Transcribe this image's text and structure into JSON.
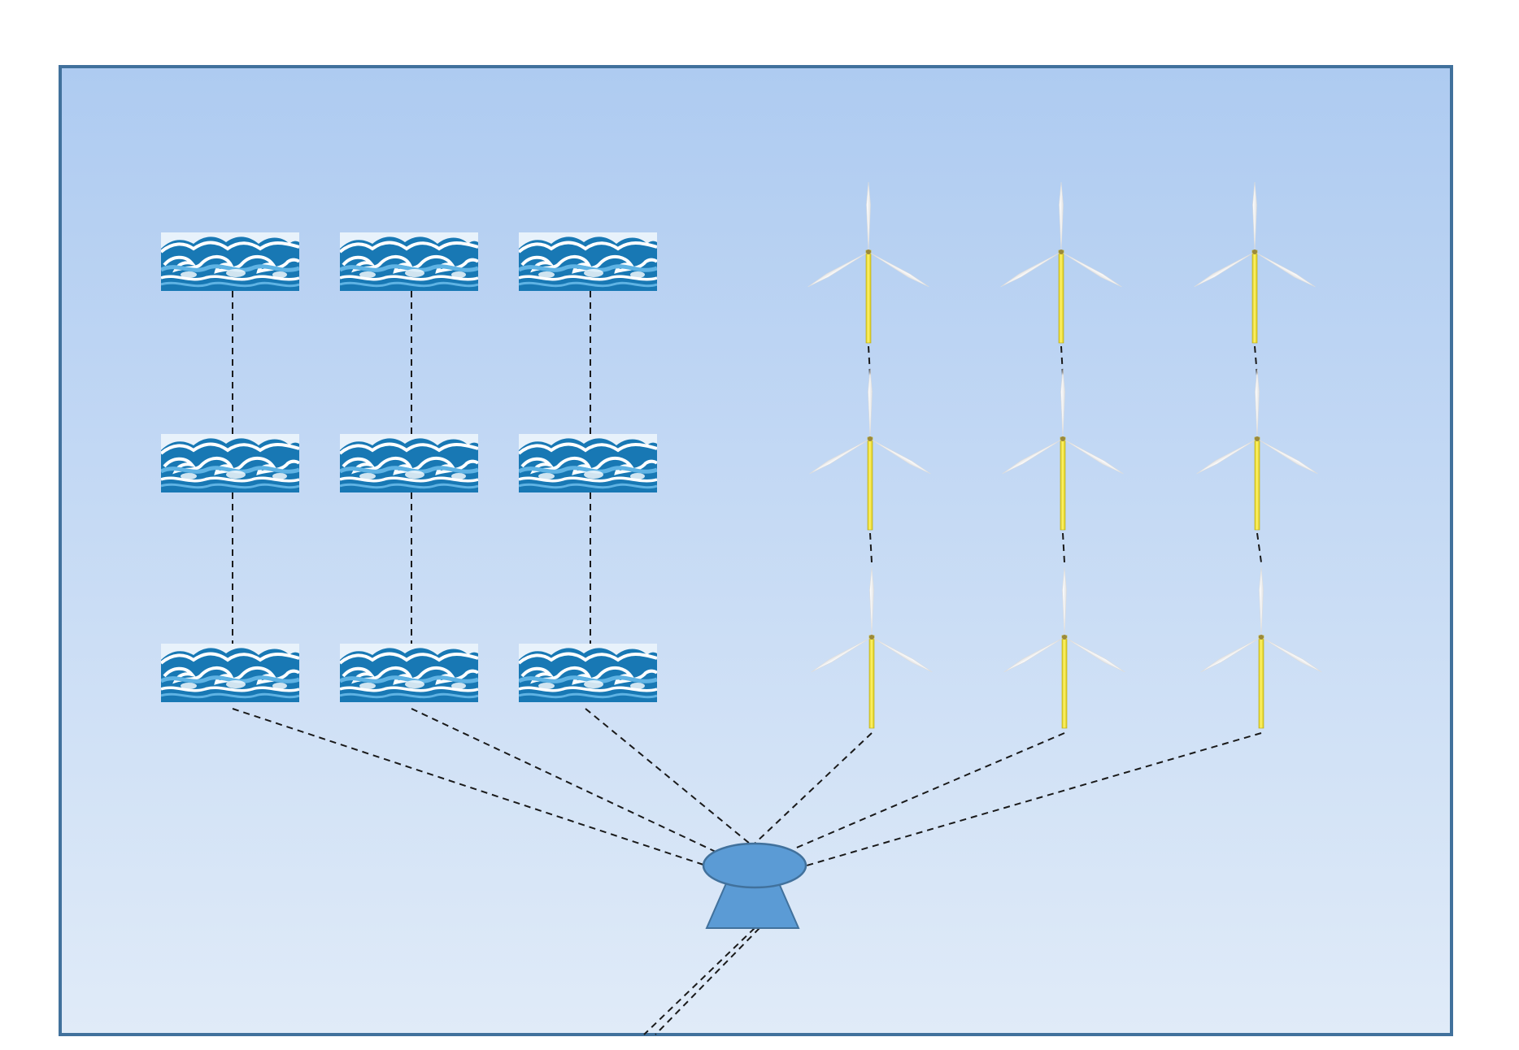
{
  "diagram": {
    "type": "offshore-hybrid-energy-farm",
    "colors": {
      "sea_top": "#aecbf1",
      "sea_bottom": "#e0ebf8",
      "frame": "#41719c",
      "wave_dark": "#1878b4",
      "wave_light": "#5fb3e4",
      "wave_foam": "#ffffff",
      "turbine_tower": "#f4e62a",
      "turbine_blade": "#ffffff",
      "substation": "#5b9bd5",
      "substation_stroke": "#41719c",
      "cable": "#1a1a1a"
    },
    "wave_energy_converters": {
      "icon": "ocean-wave-icon",
      "rows": 3,
      "columns": 3,
      "count": 9
    },
    "wind_turbines": {
      "icon": "wind-turbine-icon",
      "rows": 3,
      "columns": 3,
      "count": 9
    },
    "substation": {
      "icon": "offshore-substation-icon",
      "count": 1
    },
    "cables": {
      "style": "dashed",
      "string_links": 12,
      "feeders_to_substation": 6,
      "export_cables": 2
    }
  }
}
